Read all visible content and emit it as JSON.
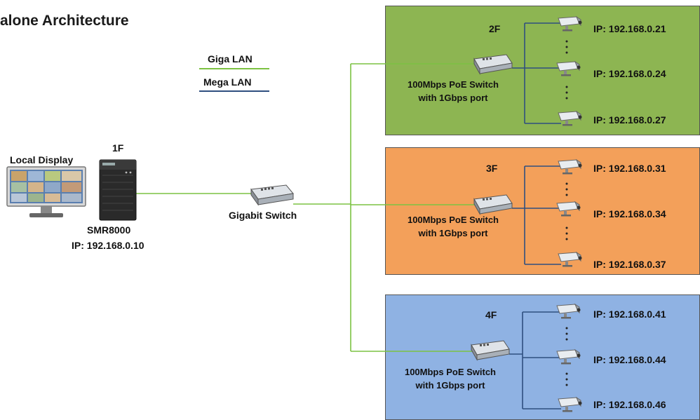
{
  "title": "alone Architecture",
  "legend": {
    "giga_label": "Giga LAN",
    "mega_label": "Mega LAN",
    "giga_color": "#7cc242",
    "mega_color": "#2f4f7f"
  },
  "local": {
    "display_label": "Local Display",
    "floor_label": "1F",
    "nvr_name": "SMR8000",
    "nvr_ip": "IP: 192.168.0.10"
  },
  "core_switch": {
    "label": "Gigabit Switch"
  },
  "floors": [
    {
      "name": "2F",
      "color": "#8db552",
      "switch_line1": "100Mbps PoE Switch",
      "switch_line2": "with 1Gbps port",
      "cameras": [
        "IP: 192.168.0.21",
        "IP: 192.168.0.24",
        "IP: 192.168.0.27"
      ]
    },
    {
      "name": "3F",
      "color": "#f3a05a",
      "switch_line1": "100Mbps PoE Switch",
      "switch_line2": "with 1Gbps port",
      "cameras": [
        "IP: 192.168.0.31",
        "IP: 192.168.0.34",
        "IP: 192.168.0.37"
      ]
    },
    {
      "name": "4F",
      "color": "#8fb2e3",
      "switch_line1": "100Mbps PoE Switch",
      "switch_line2": "with 1Gbps port",
      "cameras": [
        "IP: 192.168.0.41",
        "IP: 192.168.0.44",
        "IP: 192.168.0.46"
      ]
    }
  ],
  "icons": {
    "monitor": "monitor-icon",
    "nvr": "nvr-recorder-icon",
    "switch": "network-switch-icon",
    "camera": "ip-camera-icon"
  }
}
